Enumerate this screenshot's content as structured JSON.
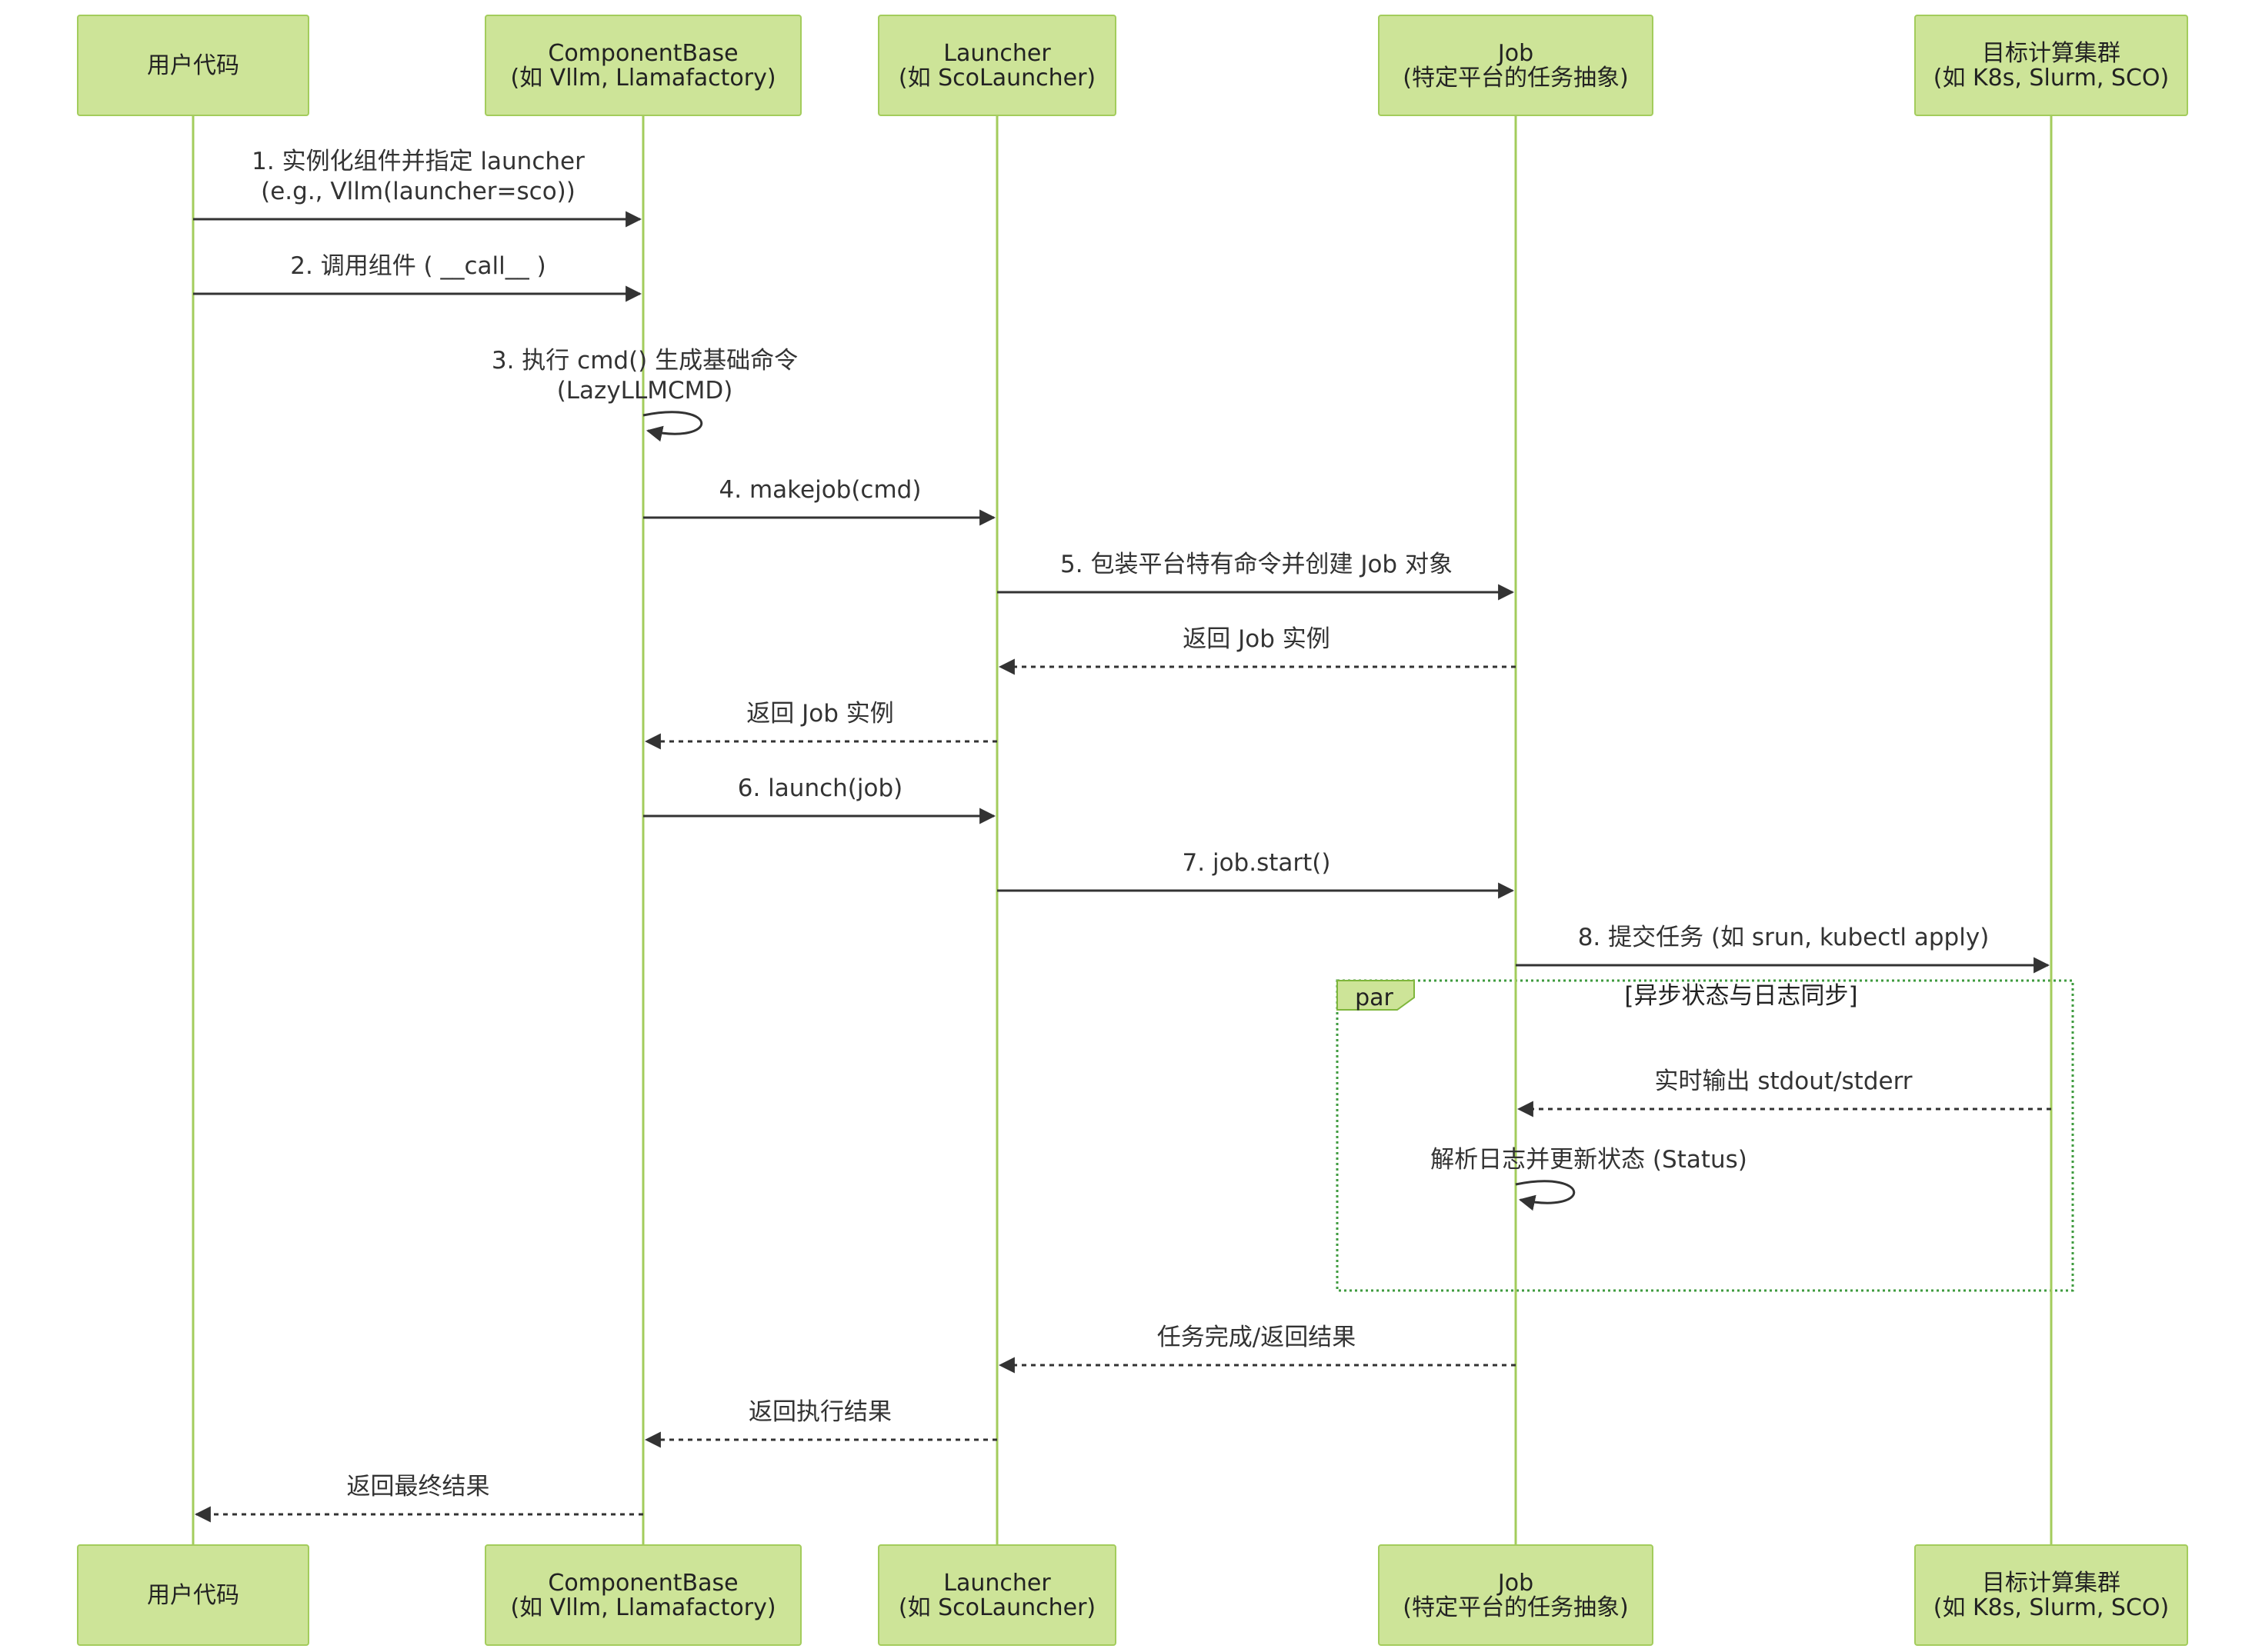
{
  "actors": [
    {
      "id": "user",
      "lines": [
        "用户代码"
      ]
    },
    {
      "id": "component",
      "lines": [
        "ComponentBase",
        "(如 Vllm, Llamafactory)"
      ]
    },
    {
      "id": "launcher",
      "lines": [
        "Launcher",
        "(如 ScoLauncher)"
      ]
    },
    {
      "id": "job",
      "lines": [
        "Job",
        "(特定平台的任务抽象)"
      ]
    },
    {
      "id": "cluster",
      "lines": [
        "目标计算集群",
        "(如 K8s, Slurm, SCO)"
      ]
    }
  ],
  "messages": [
    {
      "from": "user",
      "to": "component",
      "style": "solid",
      "lines": [
        "1. 实例化组件并指定 launcher",
        "(e.g., Vllm(launcher=sco))"
      ]
    },
    {
      "from": "user",
      "to": "component",
      "style": "solid",
      "lines": [
        "2. 调用组件 ( __call__ )"
      ]
    },
    {
      "from": "component",
      "to": "component",
      "style": "solid",
      "lines": [
        "3. 执行 cmd() 生成基础命令",
        "(LazyLLMCMD)"
      ]
    },
    {
      "from": "component",
      "to": "launcher",
      "style": "solid",
      "lines": [
        "4. makejob(cmd)"
      ]
    },
    {
      "from": "launcher",
      "to": "job",
      "style": "solid",
      "lines": [
        "5. 包装平台特有命令并创建 Job 对象"
      ]
    },
    {
      "from": "job",
      "to": "launcher",
      "style": "dashed",
      "lines": [
        "返回 Job 实例"
      ]
    },
    {
      "from": "launcher",
      "to": "component",
      "style": "dashed",
      "lines": [
        "返回 Job 实例"
      ]
    },
    {
      "from": "component",
      "to": "launcher",
      "style": "solid",
      "lines": [
        "6. launch(job)"
      ]
    },
    {
      "from": "launcher",
      "to": "job",
      "style": "solid",
      "lines": [
        "7. job.start()"
      ]
    },
    {
      "from": "job",
      "to": "cluster",
      "style": "solid",
      "lines": [
        "8. 提交任务 (如 srun, kubectl apply)"
      ]
    },
    {
      "from": "cluster",
      "to": "job",
      "style": "dashed",
      "lines": [
        "实时输出 stdout/stderr"
      ]
    },
    {
      "from": "job",
      "to": "job",
      "style": "solid",
      "lines": [
        "解析日志并更新状态 (Status)"
      ]
    },
    {
      "from": "job",
      "to": "launcher",
      "style": "dashed",
      "lines": [
        "任务完成/返回结果"
      ]
    },
    {
      "from": "launcher",
      "to": "component",
      "style": "dashed",
      "lines": [
        "返回执行结果"
      ]
    },
    {
      "from": "component",
      "to": "user",
      "style": "dashed",
      "lines": [
        "返回最终结果"
      ]
    }
  ],
  "fragment": {
    "label": "par",
    "condition": "[异步状态与日志同步]"
  }
}
